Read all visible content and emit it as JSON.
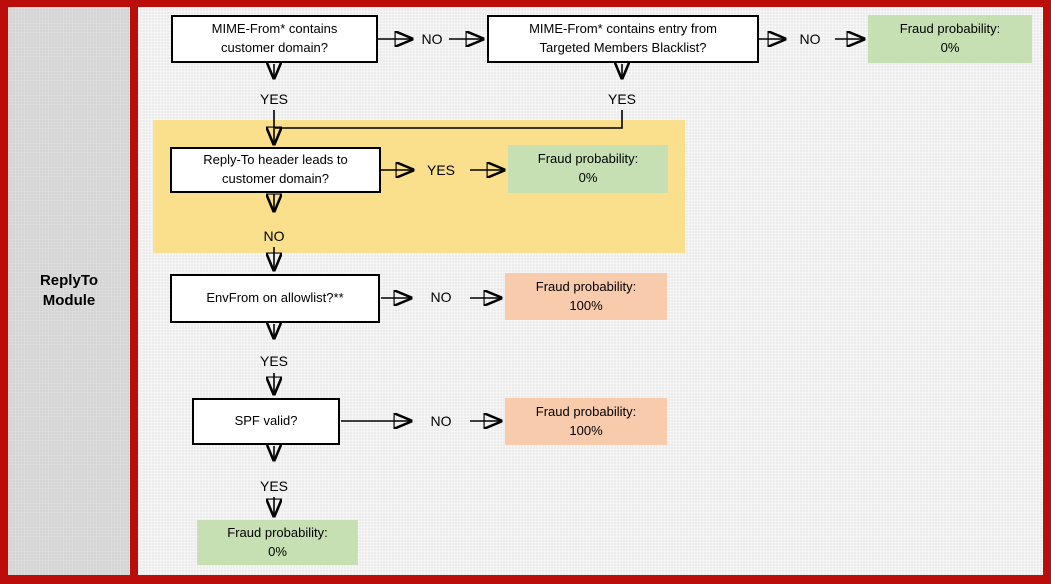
{
  "sidebar": {
    "line1": "ReplyTo",
    "line2": "Module"
  },
  "flow": {
    "labels": {
      "yes": "YES",
      "no": "NO"
    },
    "nodes": {
      "mime_customer": {
        "text": "MIME-From* contains customer domain?"
      },
      "mime_blacklist": {
        "text": "MIME-From* contains entry from Targeted Members Blacklist?"
      },
      "reply_to": {
        "text": "Reply-To header leads to customer domain?"
      },
      "envfrom": {
        "text": "EnvFrom on allowlist?**"
      },
      "spf": {
        "text": "SPF valid?"
      }
    },
    "outcomes": {
      "o1": {
        "title": "Fraud probability:",
        "value": "0%",
        "tone": "green"
      },
      "o2": {
        "title": "Fraud probability:",
        "value": "0%",
        "tone": "green"
      },
      "o3": {
        "title": "Fraud probability:",
        "value": "100%",
        "tone": "orange"
      },
      "o4": {
        "title": "Fraud probability:",
        "value": "100%",
        "tone": "orange"
      },
      "o5": {
        "title": "Fraud probability:",
        "value": "0%",
        "tone": "green"
      }
    },
    "edges": [
      {
        "from": "mime_customer",
        "label": "NO",
        "to": "mime_blacklist"
      },
      {
        "from": "mime_blacklist",
        "label": "NO",
        "to": "o1"
      },
      {
        "from": "mime_customer",
        "label": "YES",
        "to": "reply_to"
      },
      {
        "from": "mime_blacklist",
        "label": "YES",
        "to": "reply_to"
      },
      {
        "from": "reply_to",
        "label": "YES",
        "to": "o2"
      },
      {
        "from": "reply_to",
        "label": "NO",
        "to": "envfrom"
      },
      {
        "from": "envfrom",
        "label": "NO",
        "to": "o3"
      },
      {
        "from": "envfrom",
        "label": "YES",
        "to": "spf"
      },
      {
        "from": "spf",
        "label": "NO",
        "to": "o4"
      },
      {
        "from": "spf",
        "label": "YES",
        "to": "o5"
      }
    ]
  },
  "colors": {
    "frame_red": "#bb0d0a",
    "sidebar_gray": "#d4d4d4",
    "canvas_gray": "#ececec",
    "highlight_yellow": "#fadf8c",
    "outcome_green": "#c6e0b4",
    "outcome_orange": "#f8cbad",
    "box_border": "#000000"
  }
}
